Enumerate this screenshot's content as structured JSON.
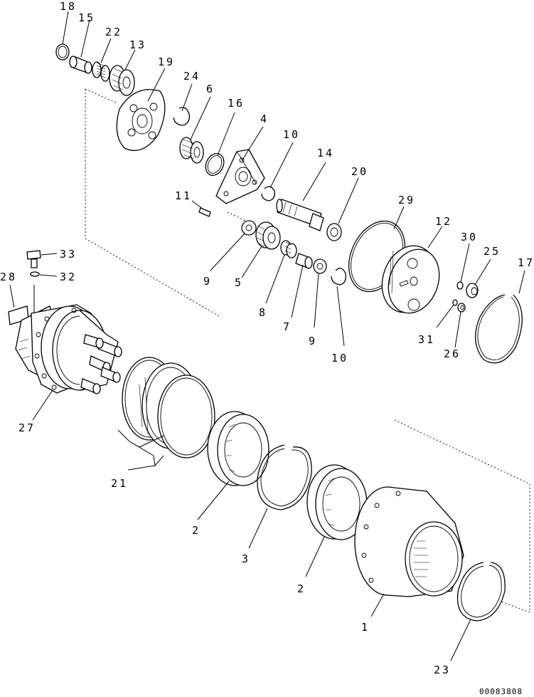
{
  "labels": {
    "l18": "18",
    "l15": "15",
    "l22": "22",
    "l13": "13",
    "l19": "19",
    "l24": "24",
    "l6": "6",
    "l16": "16",
    "l4": "4",
    "l10a": "10",
    "l14": "14",
    "l20": "20",
    "l11": "11",
    "l29": "29",
    "l12": "12",
    "l30": "30",
    "l25": "25",
    "l17": "17",
    "l33": "33",
    "l32": "32",
    "l28": "28",
    "l9a": "9",
    "l5": "5",
    "l8": "8",
    "l7": "7",
    "l9b": "9",
    "l10b": "10",
    "l31": "31",
    "l26": "26",
    "l27": "27",
    "l21": "21",
    "l2a": "2",
    "l3": "3",
    "l2b": "2",
    "l1": "1",
    "l23": "23"
  },
  "drawing_code": "00083808"
}
